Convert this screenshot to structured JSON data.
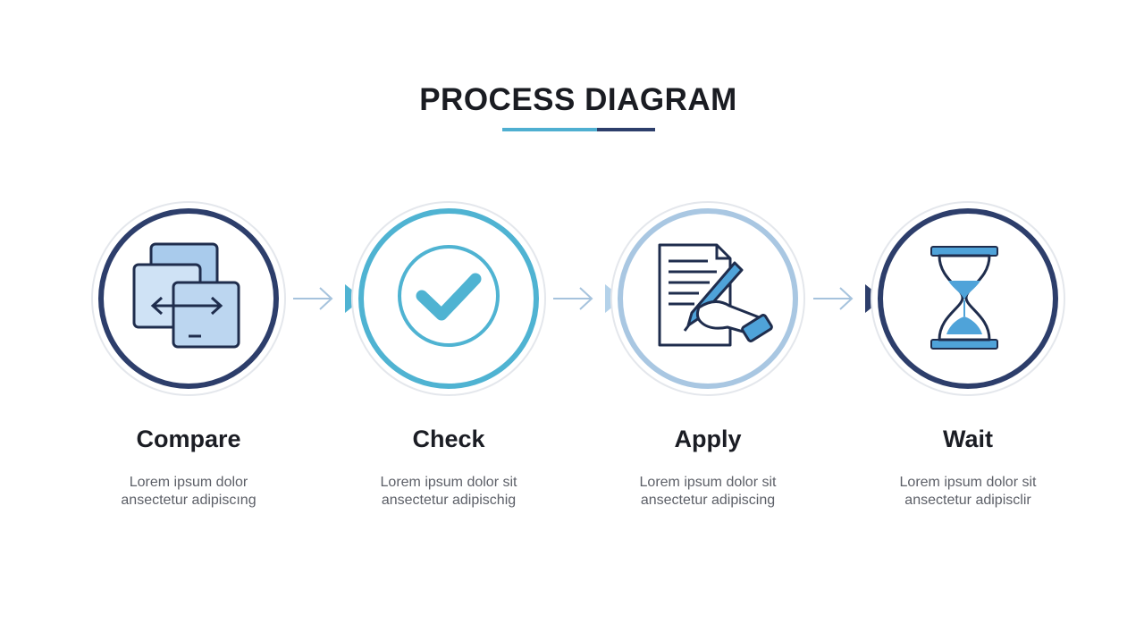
{
  "title": "PROCESS DIAGRAM",
  "colors": {
    "navy": "#2d3e6b",
    "teal": "#4fb3d2",
    "light_blue": "#a9c7e2",
    "icon_fill": "#b9d6ef",
    "arrow_line": "#a6c3dd"
  },
  "steps": [
    {
      "label": "Compare",
      "desc_line1": "Lorem ipsum dolor",
      "desc_line2": "ansectetur adipiscıng",
      "icon": "compare-windows-icon",
      "ring_color": "#2d3e6b"
    },
    {
      "label": "Check",
      "desc_line1": "Lorem ipsum dolor sit",
      "desc_line2": "ansectetur adipischig",
      "icon": "checkmark-circle-icon",
      "ring_color": "#4fb3d2"
    },
    {
      "label": "Apply",
      "desc_line1": "Lorem ipsum dolor sit",
      "desc_line2": "ansectetur adipiscing",
      "icon": "document-signing-icon",
      "ring_color": "#a9c7e2"
    },
    {
      "label": "Wait",
      "desc_line1": "Lorem ipsum dolor sit",
      "desc_line2": "ansectetur adipisclir",
      "icon": "hourglass-icon",
      "ring_color": "#2d3e6b"
    }
  ]
}
